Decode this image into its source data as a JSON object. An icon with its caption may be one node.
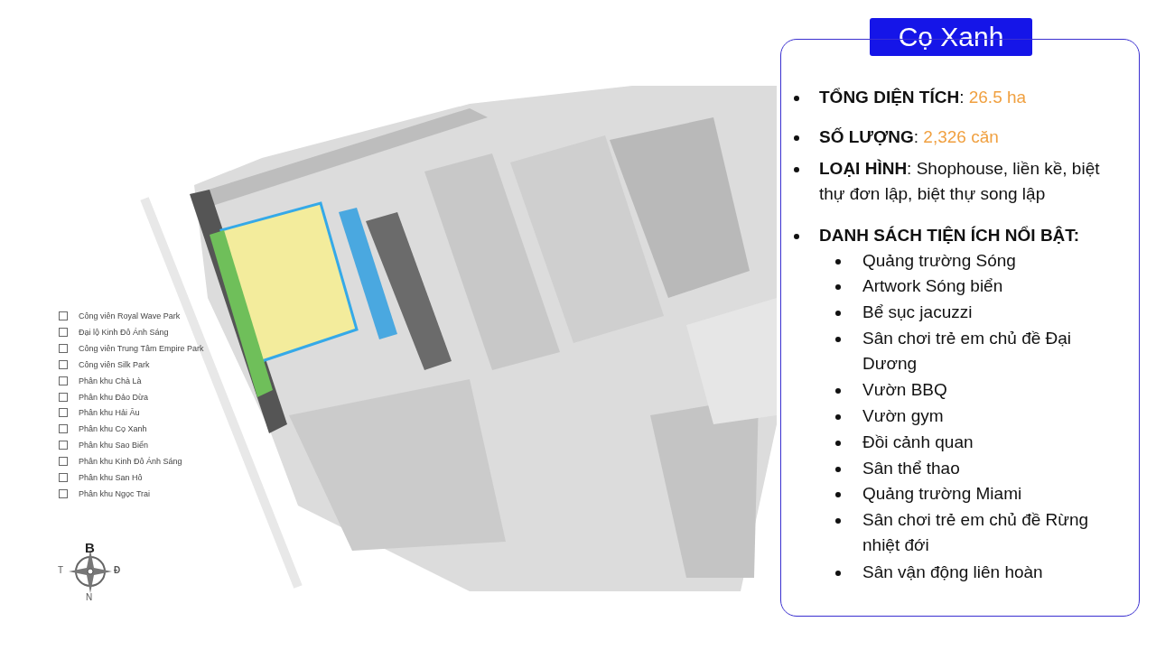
{
  "diagram": {
    "nodes": [
      {
        "text": [
          "Cọ Xanh"
        ]
      },
      {
        "text": [
          "**TỔNG DIỆN TÍCH**: 26.5 ha",
          "**SỐ LƯỢNG**: 2,326 căn",
          "**LOẠI HÌNH**: Shophouse, liền kề, biệt thự đơn lập, biệt thự song lập",
          "DANH SÁCH TIỆN ÍCH NỔI BẬT:",
          "Quảng trường Sóng",
          "Artwork Sóng biển",
          "Bể sục jacuzzi",
          "Sân chơi trẻ em chủ đề Đại Dương",
          "Vườn BBQ",
          "Vườn gym",
          "Đồi cảnh quan",
          "Sân thể thao",
          "Quảng trường Miami",
          "Sân chơi trẻ em chủ đề Rừng nhiệt đới",
          "Sân vận động liên hoàn"
        ]
      }
    ],
    "edges": [],
    "labels": [
      "B",
      "T",
      "Đ",
      "N"
    ],
    "legend": [
      {
        "text": "Công viên Royal Wave Park"
      },
      {
        "text": "Đại lộ Kinh Đô Ánh Sáng"
      },
      {
        "text": "Công viên Trung Tâm Empire Park"
      },
      {
        "text": "Công viên Silk Park"
      },
      {
        "text": "Phân khu Chà Là"
      },
      {
        "text": "Phân khu Đảo Dừa"
      },
      {
        "text": "Phân khu Hải Âu"
      },
      {
        "text": "Phân khu Cọ Xanh"
      },
      {
        "text": "Phân khu Sao Biển"
      },
      {
        "text": "Phân khu Kinh Đô Ánh Sáng"
      },
      {
        "text": "Phân khu San Hô"
      },
      {
        "text": "Phân khu Ngọc Trai"
      }
    ]
  }
}
